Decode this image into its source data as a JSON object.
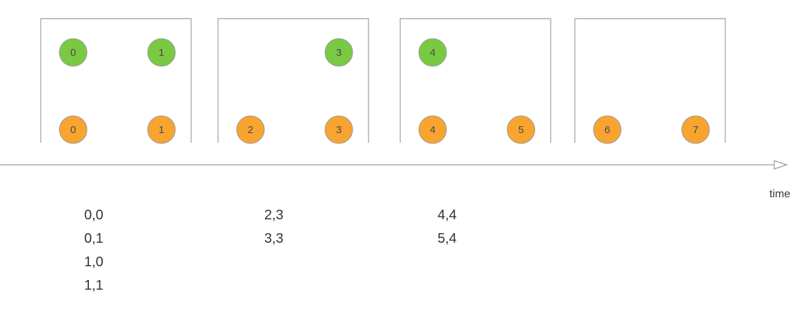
{
  "axis": {
    "label": "time"
  },
  "colors": {
    "green": "#7ac943",
    "orange": "#f7a530",
    "stroke": "#aaaaaa",
    "axis": "#999999"
  },
  "windows": [
    {
      "green": [
        "0",
        "1"
      ],
      "orange": [
        "0",
        "1"
      ],
      "pairs": [
        "0,0",
        "0,1",
        "1,0",
        "1,1"
      ]
    },
    {
      "green": [
        null,
        "3"
      ],
      "orange": [
        "2",
        "3"
      ],
      "pairs": [
        "2,3",
        "3,3"
      ]
    },
    {
      "green": [
        "4",
        null
      ],
      "orange": [
        "4",
        "5"
      ],
      "pairs": [
        "4,4",
        "5,4"
      ]
    },
    {
      "green": [
        null,
        null
      ],
      "orange": [
        "6",
        "7"
      ],
      "pairs": []
    }
  ]
}
